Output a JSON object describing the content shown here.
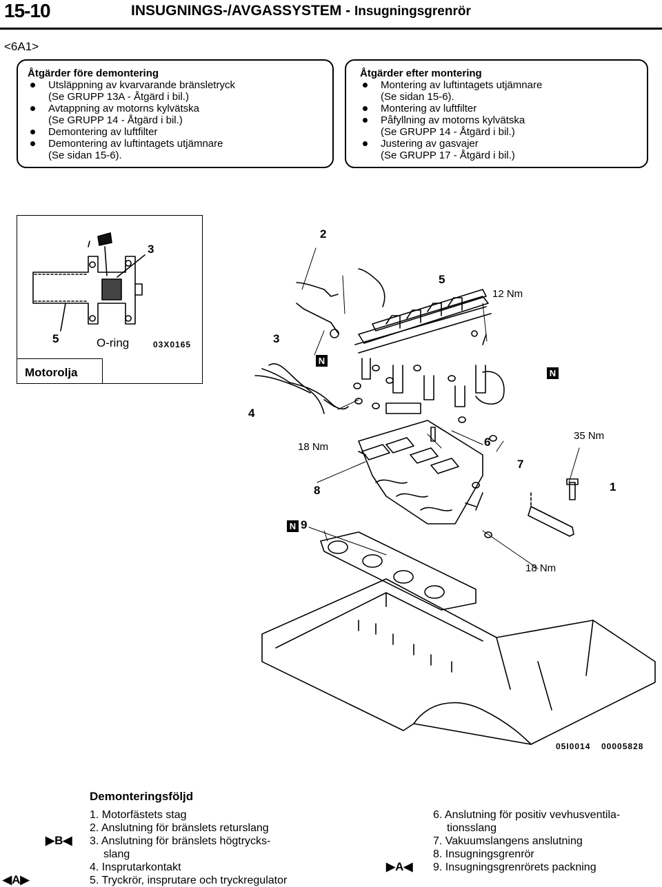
{
  "header": {
    "page_number": "15-10",
    "title_main": "INSUGNINGS-/AVGASSYSTEM",
    "title_sep": " - ",
    "title_sub": "Insugningsgrenrör"
  },
  "model_code": "<6A1>",
  "before_removal": {
    "heading": "Åtgärder före demontering",
    "items": [
      {
        "line1": "Utsläppning av kvarvarande bränsletryck",
        "line2": "(Se GRUPP 13A - Åtgärd i bil.)"
      },
      {
        "line1": "Avtappning av motorns kylvätska",
        "line2": "(Se GRUPP 14 - Åtgärd i bil.)"
      },
      {
        "line1": "Demontering av luftfilter",
        "line2": ""
      },
      {
        "line1": "Demontering av luftintagets utjämnare",
        "line2": "(Se sidan 15-6)."
      }
    ]
  },
  "after_install": {
    "heading": "Åtgärder efter montering",
    "items": [
      {
        "line1": "Montering av luftintagets utjämnare",
        "line2": "(Se sidan 15-6)."
      },
      {
        "line1": "Montering av luftfilter",
        "line2": ""
      },
      {
        "line1": "Påfyllning av motorns kylvätska",
        "line2": "(Se GRUPP 14 - Åtgärd i bil.)"
      },
      {
        "line1": "Justering av gasvajer",
        "line2": "(Se GRUPP 17 - Åtgärd i bil.)"
      }
    ]
  },
  "inset": {
    "callout_3": "3",
    "callout_5": "5",
    "oring": "O-ring",
    "code": "03X0165",
    "oil_label": "Motorolja"
  },
  "diagram": {
    "callouts": {
      "c1": "1",
      "c2": "2",
      "c3": "3",
      "c4": "4",
      "c5": "5",
      "c6": "6",
      "c7": "7",
      "c8": "8",
      "c9": "9"
    },
    "torques": {
      "t12": "12 Nm",
      "t35": "35 Nm",
      "t18a": "18 Nm",
      "t18b": "18 Nm"
    },
    "new_part_mark": "N",
    "code1": "05I0014",
    "code2": "00005828"
  },
  "removal_sequence": {
    "heading": "Demonteringsföljd",
    "left": [
      {
        "text": "1. Motorfästets stag",
        "cont": ""
      },
      {
        "text": "2. Anslutning för bränslets returslang",
        "cont": ""
      },
      {
        "text": "3. Anslutning för bränslets högtrycks-",
        "cont": "slang"
      },
      {
        "text": "4. Insprutarkontakt",
        "cont": ""
      },
      {
        "text": "5. Tryckrör, insprutare och tryckregulator",
        "cont": ""
      }
    ],
    "right": [
      {
        "text": "6. Anslutning för positiv vevhusventila-",
        "cont": "tionsslang"
      },
      {
        "text": "7. Vakuumslangens anslutning",
        "cont": ""
      },
      {
        "text": "8. Insugningsgrenrör",
        "cont": ""
      },
      {
        "text": "9. Insugningsgrenrörets packning",
        "cont": ""
      }
    ],
    "marker_b": "B",
    "marker_a_right": "A",
    "marker_a_left": "A"
  }
}
